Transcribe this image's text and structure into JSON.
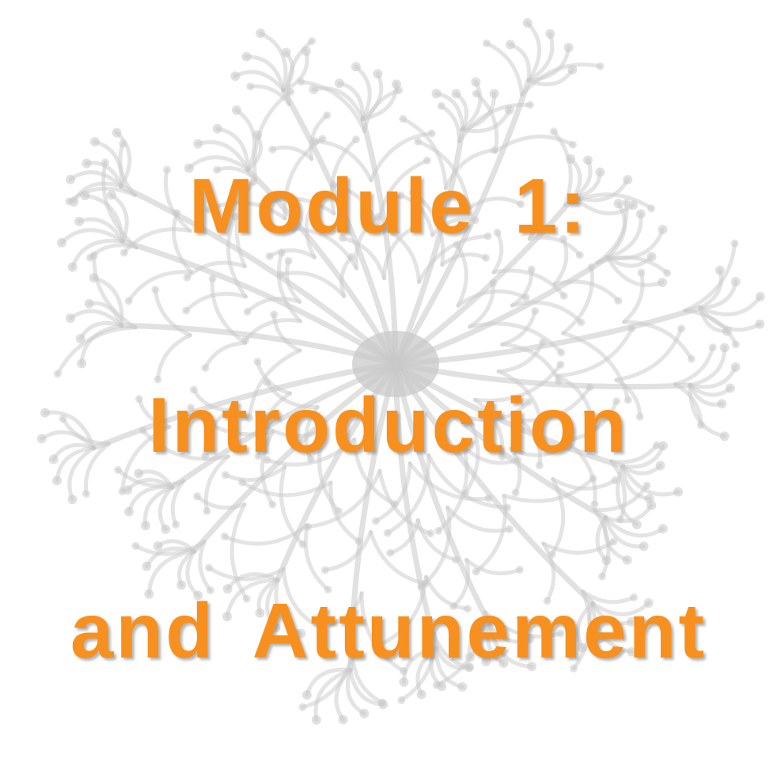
{
  "title": {
    "lines": [
      "Module 1:",
      "Introduction",
      "and Attunement"
    ]
  },
  "colors": {
    "title": "#f7901e",
    "background": "#ffffff",
    "neuron_art": "#c9c9c9"
  },
  "icons": {
    "background_art": "neuron-illustration"
  }
}
